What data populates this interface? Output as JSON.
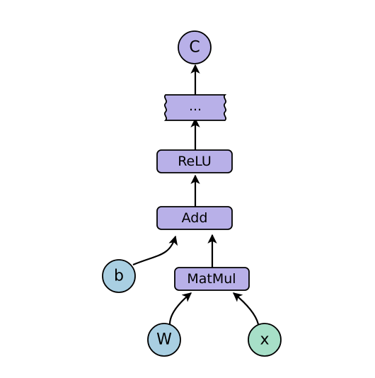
{
  "colors": {
    "op_fill": "#b8b0e8",
    "output_fill": "#b8b0e8",
    "param_fill": "#a9cfe2",
    "input_fill": "#a7dfc8"
  },
  "nodes": {
    "output": {
      "label": "C"
    },
    "ellipsis": {
      "label": "..."
    },
    "relu": {
      "label": "ReLU"
    },
    "add": {
      "label": "Add"
    },
    "matmul": {
      "label": "MatMul"
    },
    "bias": {
      "label": "b"
    },
    "weight": {
      "label": "W"
    },
    "input": {
      "label": "x"
    }
  },
  "edges": [
    {
      "from": "ellipsis",
      "to": "output"
    },
    {
      "from": "relu",
      "to": "ellipsis"
    },
    {
      "from": "add",
      "to": "relu"
    },
    {
      "from": "matmul",
      "to": "add"
    },
    {
      "from": "bias",
      "to": "add"
    },
    {
      "from": "weight",
      "to": "matmul"
    },
    {
      "from": "input",
      "to": "matmul"
    }
  ]
}
